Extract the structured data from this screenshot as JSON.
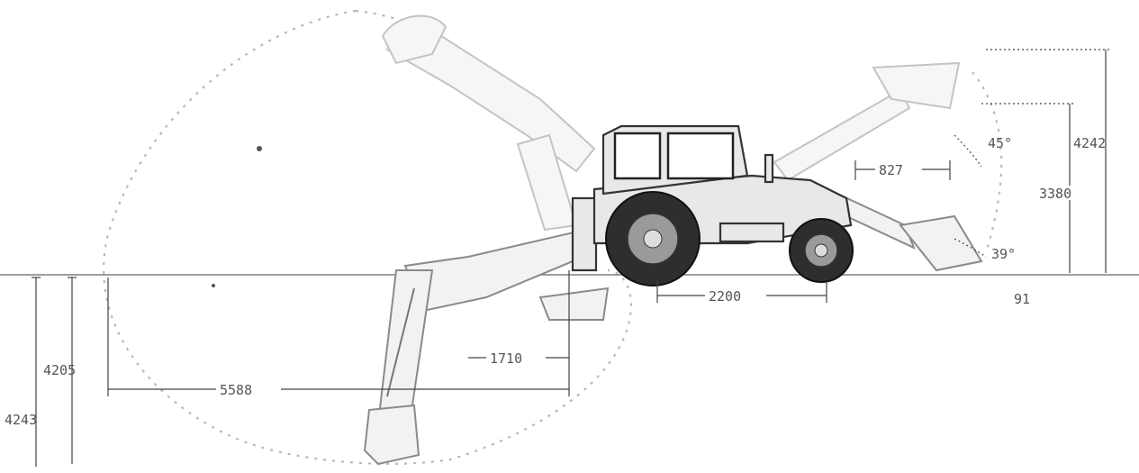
{
  "diagram": {
    "dimensions": {
      "max_digging_depth": "4205",
      "overall_depth": "4243",
      "reach_at_ground": "5588",
      "boom_swing_offset": "1710",
      "wheelbase": "2200",
      "front_overhang": "91",
      "dump_reach": "827",
      "max_lift_height": "4242",
      "dump_height": "3380",
      "dump_angle": "45°",
      "rollback_angle": "39°"
    }
  }
}
